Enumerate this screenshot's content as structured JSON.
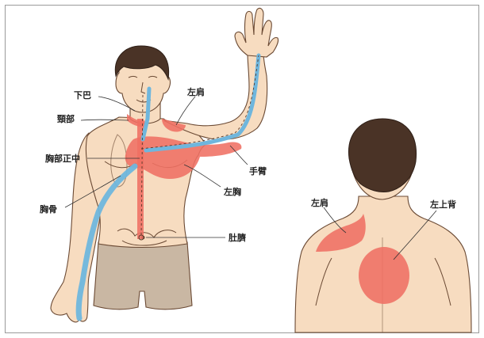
{
  "labels": {
    "chin": "下巴",
    "neck": "頸部",
    "left_shoulder_front": "左肩",
    "mid_chest": "胸部正中",
    "arm": "手臂",
    "left_chest": "左胸",
    "sternum": "胸骨",
    "navel": "肚臍",
    "left_shoulder_back": "左肩",
    "left_upper_back": "左上背"
  },
  "colors": {
    "skin": "#f7dcc0",
    "hair": "#4a3326",
    "pain_area": "#ef6f63",
    "radiation_blue": "#6fb6dd",
    "radiation_red": "#ef6f63",
    "shorts": "#c9b7a3"
  }
}
